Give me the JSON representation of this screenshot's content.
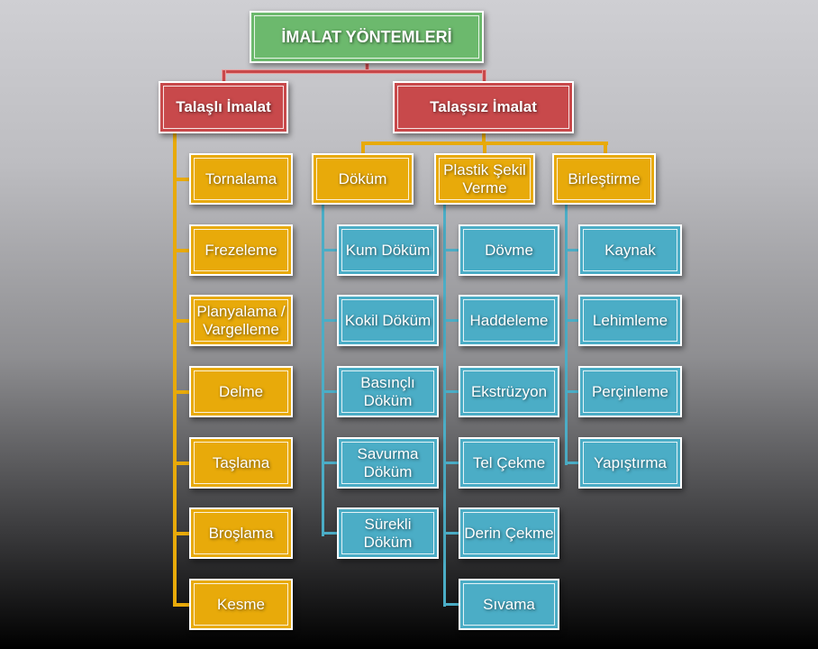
{
  "root": "İMALAT YÖNTEMLERİ",
  "talasli": {
    "label": "Talaşlı İmalat",
    "children": [
      "Tornalama",
      "Frezeleme",
      "Planyalama / Vargelleme",
      "Delme",
      "Taşlama",
      "Broşlama",
      "Kesme"
    ]
  },
  "talassiz": {
    "label": "Talaşsız İmalat",
    "groups": [
      {
        "label": "Döküm",
        "children": [
          "Kum Döküm",
          "Kokil Döküm",
          "Basınçlı Döküm",
          "Savurma Döküm",
          "Sürekli Döküm"
        ]
      },
      {
        "label": "Plastik Şekil Verme",
        "children": [
          "Dövme",
          "Haddeleme",
          "Ekstrüzyon",
          "Tel Çekme",
          "Derin Çekme",
          "Sıvama"
        ]
      },
      {
        "label": "Birleştirme",
        "children": [
          "Kaynak",
          "Lehimleme",
          "Perçinleme",
          "Yapıştırma"
        ]
      }
    ]
  },
  "colors": {
    "root": "#6cb96d",
    "level1": "#c8494b",
    "level2": "#e8aa0a",
    "level3": "#4badc6"
  }
}
